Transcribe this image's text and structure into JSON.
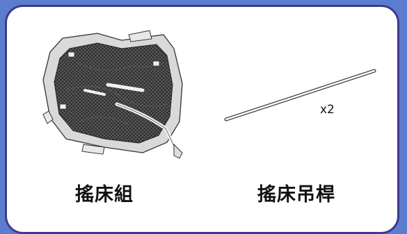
{
  "items": [
    {
      "label": "搖床組",
      "icon": "crib-mattress-net-icon"
    },
    {
      "label": "搖床吊桿",
      "quantity": "x2",
      "icon": "crib-hanging-rod-icon"
    }
  ],
  "colors": {
    "background": "#5b7ccf",
    "frame_border": "#3c3a8c",
    "panel": "#ffffff"
  }
}
